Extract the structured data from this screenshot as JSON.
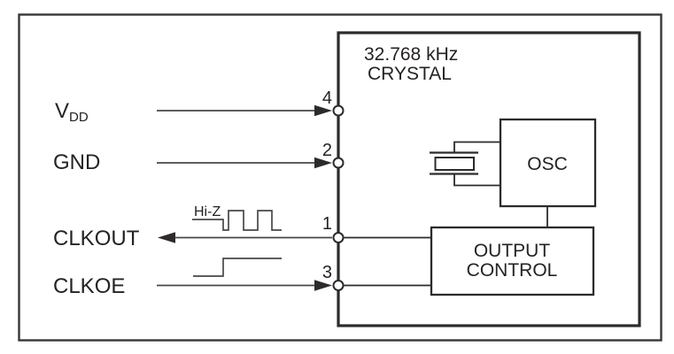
{
  "figure": {
    "background": "#ffffff",
    "line_color": "#2e2a2b",
    "thin_line_color": "#4a4647",
    "crystal_title": {
      "line1": "32.768 kHz",
      "line2": "CRYSTAL"
    },
    "blocks": {
      "osc": "OSC",
      "output_control": {
        "line1": "OUTPUT",
        "line2": "CONTROL"
      }
    },
    "pins": {
      "vdd": {
        "label": "V",
        "label_sub": "DD",
        "number": "4"
      },
      "gnd": {
        "label": "GND",
        "number": "2"
      },
      "clkout": {
        "label": "CLKOUT",
        "number": "1"
      },
      "clkoe": {
        "label": "CLKOE",
        "number": "3"
      }
    },
    "annotations": {
      "hi_z": "Hi-Z"
    }
  }
}
